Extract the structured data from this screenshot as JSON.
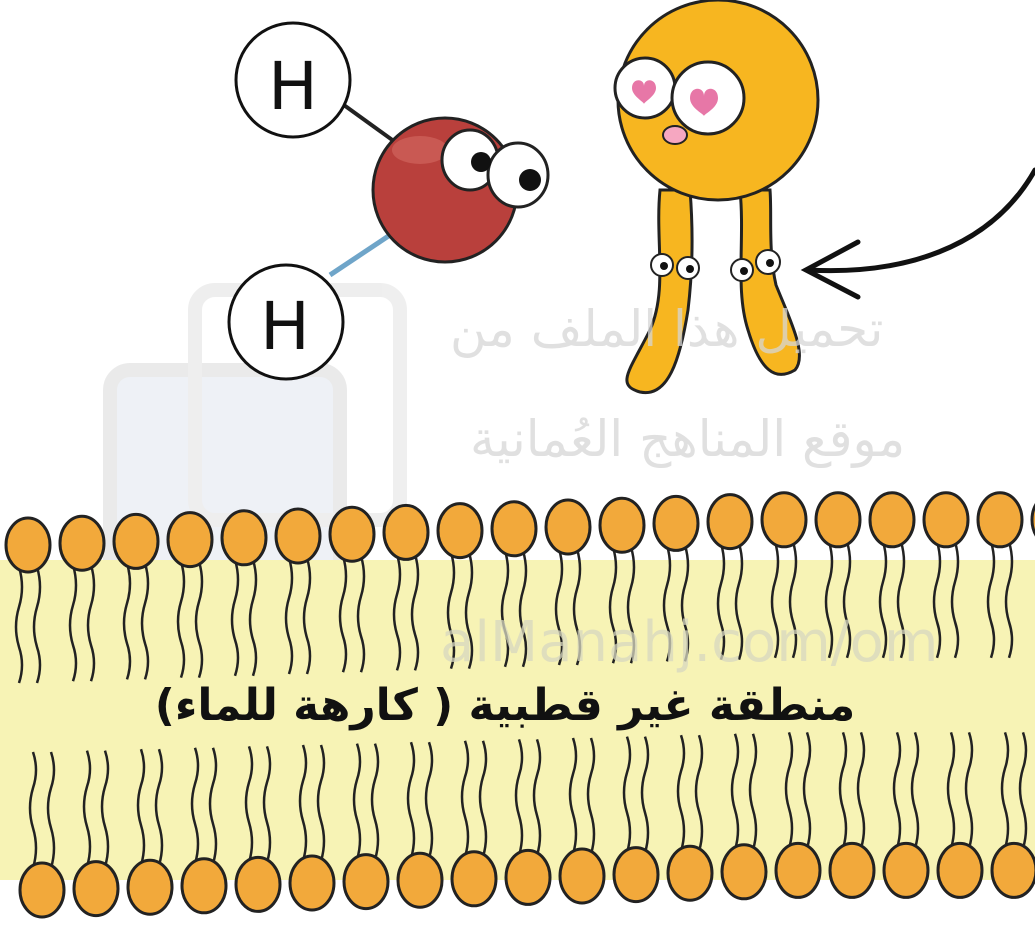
{
  "watermark": {
    "line1": "تحميل هذا الملف من",
    "line2": "موقع المناهج العُمانية",
    "line3": "alManahj.com/om"
  },
  "atoms": {
    "hydrogen_top": "H",
    "hydrogen_bottom": "H"
  },
  "membrane": {
    "region_label": "منطقة غير قطبية ( كارهة للماء)"
  },
  "colors": {
    "oxygen": "#b9403c",
    "phospholipid_head": "#f2a93b",
    "head_outline": "#222222",
    "tail_region": "#f7f3b5",
    "lipid_character": "#f7b620"
  }
}
